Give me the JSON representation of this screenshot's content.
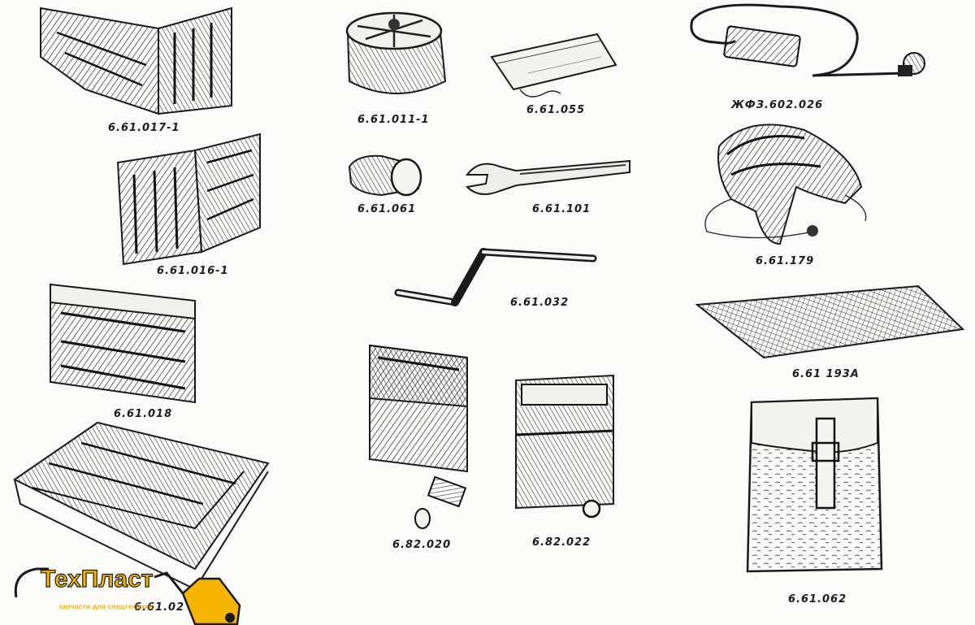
{
  "parts": [
    {
      "id": "p1",
      "label": "6.61.017-1"
    },
    {
      "id": "p2",
      "label": "6.61.011-1"
    },
    {
      "id": "p3",
      "label": "6.61.055"
    },
    {
      "id": "p4",
      "label": "ЖФЗ.602.026"
    },
    {
      "id": "p5",
      "label": "6.61.016-1"
    },
    {
      "id": "p6",
      "label": "6.61.061"
    },
    {
      "id": "p7",
      "label": "6.61.101"
    },
    {
      "id": "p8",
      "label": "6.61.179"
    },
    {
      "id": "p9",
      "label": "6.61.032"
    },
    {
      "id": "p10",
      "label": "6.61.018"
    },
    {
      "id": "p11",
      "label": "6.61 193А"
    },
    {
      "id": "p12",
      "label": "6.82.020"
    },
    {
      "id": "p13",
      "label": "6.82.022"
    },
    {
      "id": "p14",
      "label": "6.61.062"
    },
    {
      "id": "p15",
      "label": "6.61.02"
    }
  ],
  "logo": {
    "name": "ТехПласт",
    "tagline": "запчасти для спецтехники",
    "color": "#f4b400"
  }
}
